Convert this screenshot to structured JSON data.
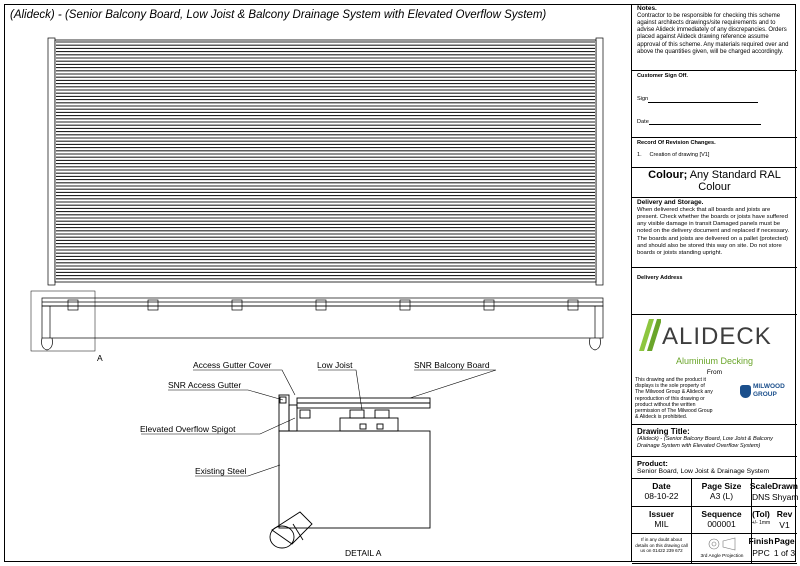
{
  "drawing_header": "(Alideck) - (Senior Balcony Board, Low Joist & Balcony Drainage System with Elevated Overflow System)",
  "labels": {
    "view_marker": "A",
    "detail": "DETAIL A",
    "access_gutter_cover": "Access Gutter Cover",
    "low_joist": "Low Joist",
    "snr_balcony_board": "SNR Balcony Board",
    "snr_access_gutter": "SNR Access Gutter",
    "elevated_overflow_spigot": "Elevated Overflow Spigot",
    "existing_steel": "Existing Steel"
  },
  "notes": {
    "heading": "Notes.",
    "text": "Contractor to be responsible for checking this scheme against architects drawings/site requirements and to advise Alideck immediately of any discrepancies. Orders placed against Alideck drawing reference assume approval of this scheme. Any materials required over and above the quantities given, will be charged accordingly."
  },
  "signoff": {
    "heading": "Customer Sign Off.",
    "sign": "Sign",
    "date": "Date"
  },
  "revisions": {
    "heading": "Record Of Revision Changes.",
    "number": "1.",
    "text": "Creation of drawing [V1]"
  },
  "colour": {
    "label": "Colour;",
    "value": "Any Standard RAL Colour"
  },
  "delivery": {
    "heading": "Delivery and Storage.",
    "text": "When delivered check that all boards and joists are present. Check whether the boards or joists have suffered any visible damage in transit Damaged panels must be noted on the delivery document and replaced if necessary. The boards and joists are delivered on a pallet (protected) and should also be stored this way on site. Do not store boards or joists standing upright."
  },
  "delivery_address": {
    "heading": "Delivery Address"
  },
  "logo": {
    "brand": "ALIDECK",
    "tagline": "Aluminium Decking",
    "from": "From",
    "group_top": "MILWOOD",
    "group_bottom": "GROUP"
  },
  "copyright": "This drawing and the product it displays is the sole property of The Milwood Group & Alideck any reproduction of this drawing or product without the written permission of The Milwood Group & Alideck is prohibited.",
  "drawing_title": {
    "heading": "Drawing Title:",
    "text": "(Alideck) - (Senior Balcony Board, Low Joist & Balcony Drainage System with Elevated Overflow System)"
  },
  "product": {
    "heading": "Product:",
    "text": "Senior Board, Low Joist & Drainage System"
  },
  "table": {
    "date_h": "Date",
    "date_v": "08-10-22",
    "size_h": "Page Size",
    "size_v": "A3 (L)",
    "scale_h": "Scale",
    "scale_v": "DNS",
    "drawn_h": "Drawn",
    "drawn_v": "Shyam",
    "issuer_h": "Issuer",
    "issuer_v": "MIL",
    "seq_h": "Sequence",
    "seq_v": "000001",
    "tol_h": "(Tol)",
    "tol_v": "+/- 1mm",
    "rev_h": "Rev",
    "rev_v": "V1",
    "doubt": "If in any doubt about details on this drawing call us on 01422 239 672",
    "projection": "3rd Angle Projection",
    "finish_h": "Finish",
    "finish_v": "PPC",
    "page_h": "Page",
    "page_v": "1 of 3"
  }
}
